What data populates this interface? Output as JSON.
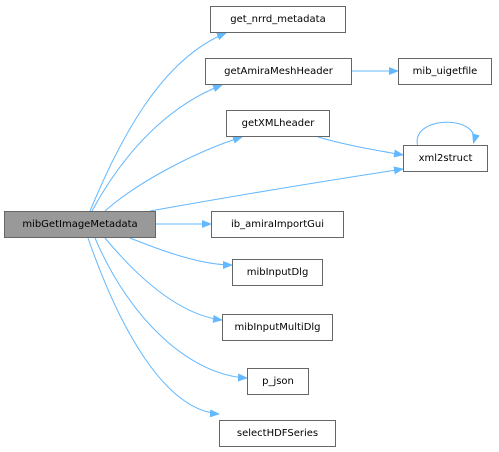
{
  "graph": {
    "edge_color": "#63b8ff",
    "node_border_color": "#666666",
    "root_fill": "#999999",
    "node_fill": "#ffffff",
    "root": {
      "id": "root",
      "label": "mibGetImageMetadata"
    },
    "nodes": [
      {
        "id": "n_nrrd",
        "label": "get_nrrd_metadata"
      },
      {
        "id": "n_amiramesh",
        "label": "getAmiraMeshHeader"
      },
      {
        "id": "n_uigetfile",
        "label": "mib_uigetfile"
      },
      {
        "id": "n_xmlheader",
        "label": "getXMLheader"
      },
      {
        "id": "n_xml2struct",
        "label": "xml2struct"
      },
      {
        "id": "n_amiraimport",
        "label": "ib_amiraImportGui"
      },
      {
        "id": "n_inputdlg",
        "label": "mibInputDlg"
      },
      {
        "id": "n_inputmultidlg",
        "label": "mibInputMultiDlg"
      },
      {
        "id": "n_pjson",
        "label": "p_json"
      },
      {
        "id": "n_selecthdf",
        "label": "selectHDFSeries"
      }
    ],
    "edges": [
      {
        "from": "root",
        "to": "n_nrrd"
      },
      {
        "from": "root",
        "to": "n_amiramesh"
      },
      {
        "from": "root",
        "to": "n_xmlheader"
      },
      {
        "from": "root",
        "to": "n_xml2struct"
      },
      {
        "from": "root",
        "to": "n_amiraimport"
      },
      {
        "from": "root",
        "to": "n_inputdlg"
      },
      {
        "from": "root",
        "to": "n_inputmultidlg"
      },
      {
        "from": "root",
        "to": "n_pjson"
      },
      {
        "from": "root",
        "to": "n_selecthdf"
      },
      {
        "from": "n_amiramesh",
        "to": "n_uigetfile"
      },
      {
        "from": "n_xmlheader",
        "to": "n_xml2struct"
      },
      {
        "from": "n_xml2struct",
        "to": "n_xml2struct"
      }
    ]
  }
}
